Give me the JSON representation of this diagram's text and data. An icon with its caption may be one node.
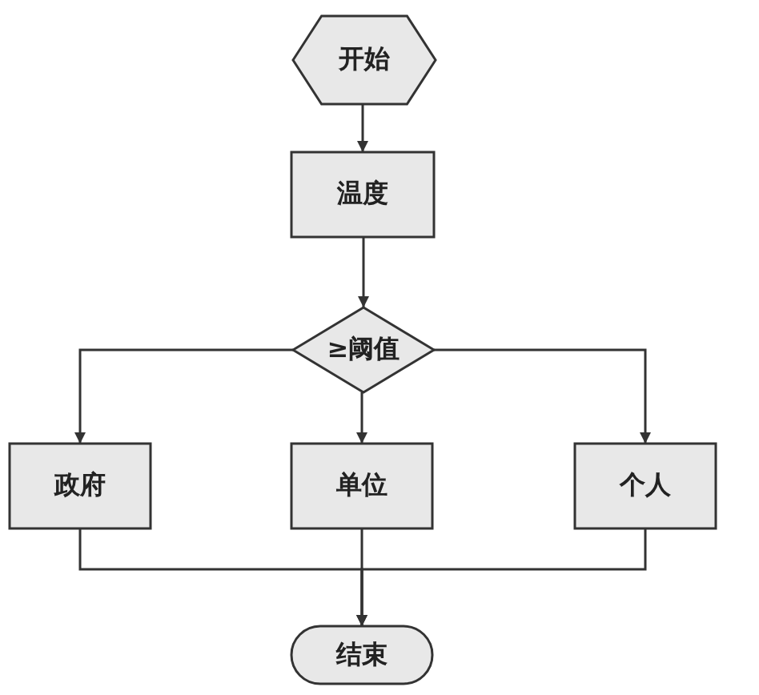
{
  "diagram": {
    "nodes": [
      {
        "text": [
          "开始"
        ]
      },
      {
        "text": [
          "温度"
        ]
      },
      {
        "text": [
          "≥阈值"
        ]
      },
      {
        "text": [
          "政府"
        ]
      },
      {
        "text": [
          "单位"
        ]
      },
      {
        "text": [
          "个人"
        ]
      },
      {
        "text": [
          "结束"
        ]
      }
    ],
    "edges": [
      {
        "from": 0,
        "to": 1,
        "arrow": "to"
      },
      {
        "from": 1,
        "to": 2,
        "arrow": "to"
      },
      {
        "from": 2,
        "to": 3,
        "arrow": "to"
      },
      {
        "from": 2,
        "to": 4,
        "arrow": "to"
      },
      {
        "from": 2,
        "to": 5,
        "arrow": "to"
      },
      {
        "from": 3,
        "to": 6,
        "arrow": "to"
      },
      {
        "from": 4,
        "to": 6,
        "arrow": "to"
      },
      {
        "from": 5,
        "to": 6,
        "arrow": "to"
      }
    ]
  }
}
